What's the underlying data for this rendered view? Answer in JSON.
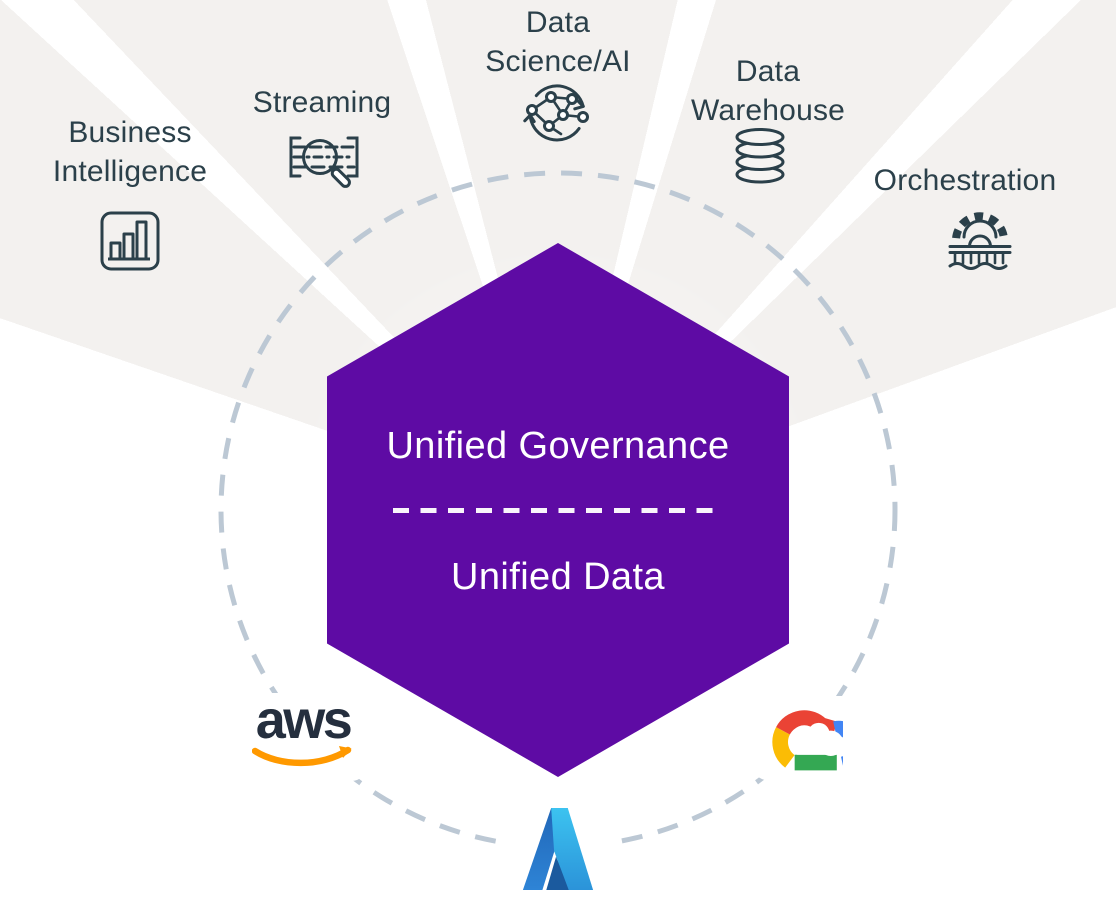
{
  "hexagon": {
    "top_label": "Unified Governance",
    "bottom_label": "Unified Data"
  },
  "spokes": [
    {
      "name": "business-intelligence",
      "lines": [
        "Business",
        "Intelligence"
      ],
      "icon": "bar-chart-icon"
    },
    {
      "name": "streaming",
      "lines": [
        "Streaming"
      ],
      "icon": "stream-search-icon"
    },
    {
      "name": "data-science-ai",
      "lines": [
        "Data",
        "Science/AI"
      ],
      "icon": "network-cycle-icon"
    },
    {
      "name": "data-warehouse",
      "lines": [
        "Data",
        "Warehouse"
      ],
      "icon": "database-stack-icon"
    },
    {
      "name": "orchestration",
      "lines": [
        "Orchestration"
      ],
      "icon": "bridge-gear-icon"
    }
  ],
  "clouds": [
    {
      "name": "aws",
      "wordmark": "aws"
    },
    {
      "name": "google-cloud"
    },
    {
      "name": "azure"
    }
  ],
  "colors": {
    "hexagon_purple": "#5E0BA4",
    "label_text": "#2B404A",
    "dashed_ring": "#BCC8D4",
    "fan_gray": "#F3F1EF",
    "aws_ink": "#252F3E",
    "aws_orange": "#FF9900",
    "gcp_red": "#EA4335",
    "gcp_blue": "#4285F4",
    "gcp_yellow": "#FBBC05",
    "gcp_green": "#34A853",
    "azure_light_blue": "#3CC3F0",
    "azure_mid_blue": "#2B93D9",
    "azure_dark_blue": "#1B5A9E"
  }
}
